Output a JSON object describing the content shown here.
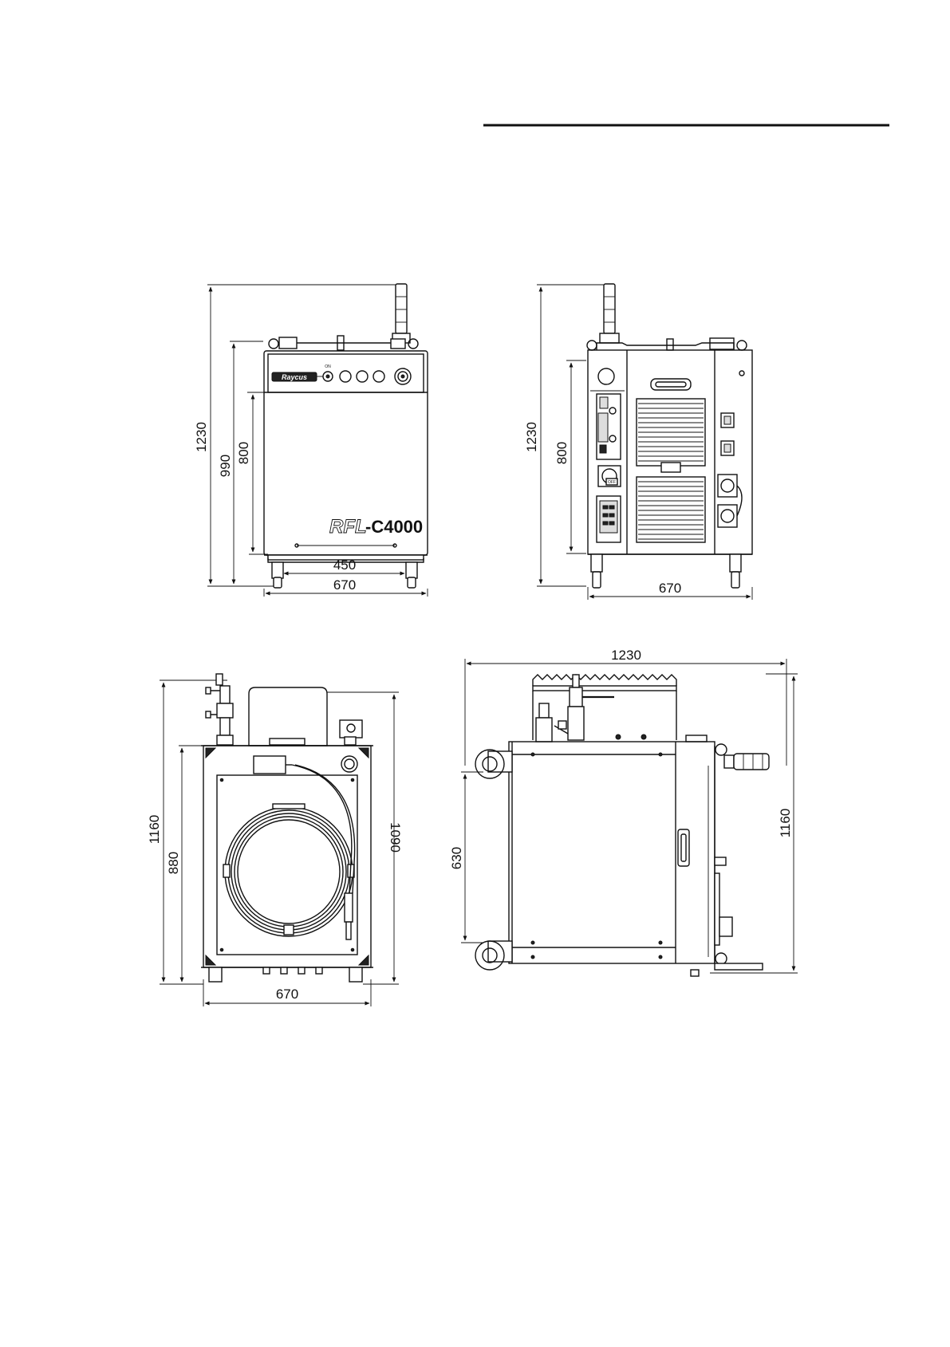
{
  "drawing": {
    "front": {
      "brand": "Raycus",
      "model_prefix": "RFL",
      "model_suffix": "-C4000",
      "dims": {
        "total_height": "1230",
        "body_height": "990",
        "cabinet_height": "800",
        "wheelbase": "450",
        "width": "670"
      }
    },
    "side": {
      "dims": {
        "total_height": "1230",
        "cabinet_height": "800",
        "width": "670"
      },
      "small_label": "OFF"
    },
    "rear": {
      "dims": {
        "height_total": "1160",
        "height_cabinet": "880",
        "height_right": "1090",
        "width": "670"
      }
    },
    "top": {
      "dims": {
        "length": "1230",
        "height": "1160",
        "depth": "630"
      }
    }
  }
}
